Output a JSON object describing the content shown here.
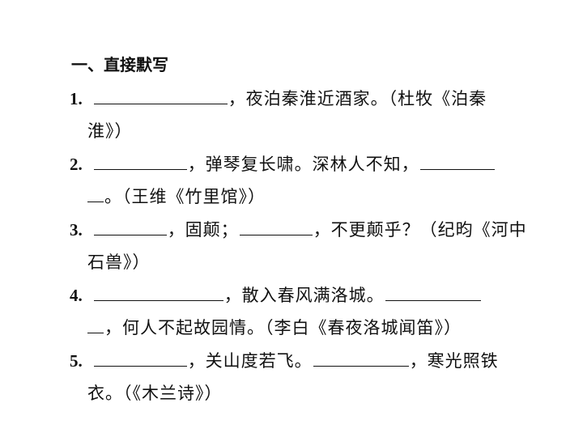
{
  "heading": "一、直接默写",
  "items": [
    {
      "number": "1.",
      "line1_after": "，夜泊秦淮近酒家。（杜牧《泊秦",
      "line2": "淮》）"
    },
    {
      "number": "2.",
      "line1_after": "，弹琴复长啸。深林人不知，",
      "line2_after": "。（王维《竹里馆》）"
    },
    {
      "number": "3.",
      "line1_mid": "，固颠；",
      "line1_after": "，不更颠乎？（纪昀《河中",
      "line2": "石兽》）"
    },
    {
      "number": "4.",
      "line1_after": "，散入春风满洛城。",
      "line2_after": "，何人不起故园情。（李白《春夜洛城闻笛》）"
    },
    {
      "number": "5.",
      "line1_mid": "，关山度若飞。",
      "line1_after": "，寒光照铁",
      "line2": "衣。（《木兰诗》）"
    }
  ]
}
